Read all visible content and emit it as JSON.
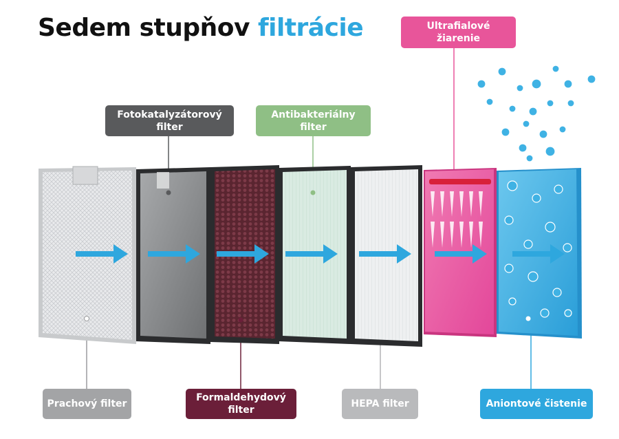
{
  "title": {
    "main": "Sedem stupňov",
    "accent": "filtrácie"
  },
  "labels": {
    "prachovy": "Prachový filter",
    "fotokatalyzatorovy": "Fotokatalyzátorový filter",
    "formaldehydovy": "Formaldehydový filter",
    "antibakterialny": "Antibakteriálny filter",
    "hepa": "HEPA filter",
    "ultrafialove": "Ultrafialové žiarenie",
    "aniontove": "Aniontové čistenie"
  },
  "colors": {
    "accent": "#2ea7de",
    "gray_dark": "#595a5c",
    "maroon": "#6b1f39",
    "green": "#8fbf85",
    "gray_light": "#b3b3b5",
    "pink": "#e8559a",
    "blue": "#2ea7de",
    "arrow": "#2ea7de"
  },
  "icons": [
    "arrow-right-icon",
    "uv-ray-icon",
    "droplet-icon"
  ]
}
